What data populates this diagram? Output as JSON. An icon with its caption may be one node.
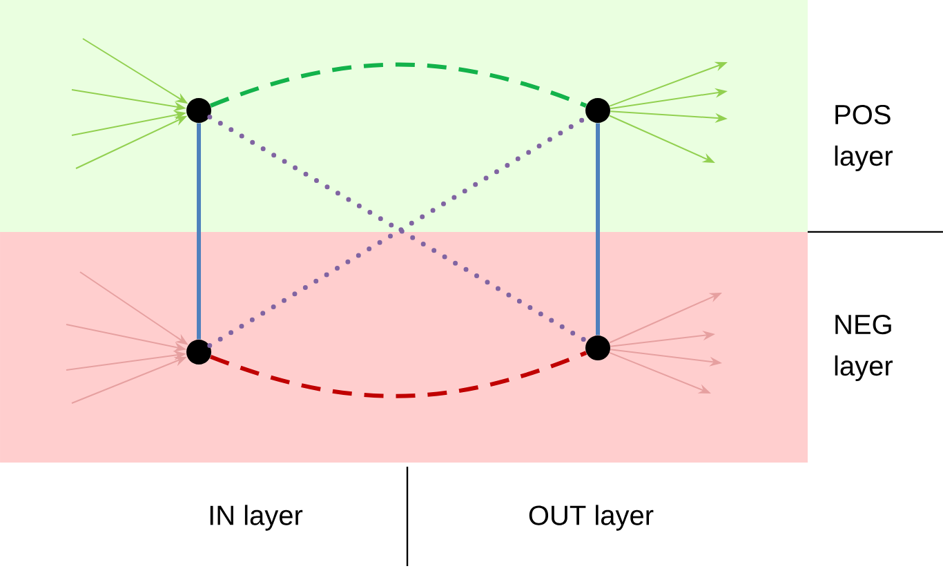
{
  "diagram": {
    "nodes": [
      {
        "text": [],
        "shape": "circle"
      },
      {
        "text": [],
        "shape": "circle"
      },
      {
        "text": [],
        "shape": "circle"
      },
      {
        "text": [],
        "shape": "circle"
      }
    ],
    "edges": [
      {
        "from": 0,
        "to": 1,
        "arrow": "none",
        "style": "dashed",
        "color": "#13b24b"
      },
      {
        "from": 0,
        "to": 3,
        "arrow": "none",
        "style": "dashed",
        "color": "#8064a2"
      },
      {
        "from": 2,
        "to": 1,
        "arrow": "none",
        "style": "dashed",
        "color": "#8064a2"
      },
      {
        "from": 2,
        "to": 3,
        "arrow": "none",
        "style": "dashed",
        "color": "#c00000"
      },
      {
        "from": 0,
        "to": 2,
        "arrow": "none",
        "style": "thick",
        "color": "#4f81bd"
      },
      {
        "from": 1,
        "to": 3,
        "arrow": "none",
        "style": "thick",
        "color": "#4f81bd"
      },
      {
        "from": null,
        "to": 0,
        "arrow": "to",
        "color": "#92d050"
      },
      {
        "from": null,
        "to": 0,
        "arrow": "to",
        "color": "#92d050"
      },
      {
        "from": null,
        "to": 0,
        "arrow": "to",
        "color": "#92d050"
      },
      {
        "from": null,
        "to": 0,
        "arrow": "to",
        "color": "#92d050"
      },
      {
        "from": 1,
        "to": null,
        "arrow": "to",
        "color": "#92d050"
      },
      {
        "from": 1,
        "to": null,
        "arrow": "to",
        "color": "#92d050"
      },
      {
        "from": 1,
        "to": null,
        "arrow": "to",
        "color": "#92d050"
      },
      {
        "from": 1,
        "to": null,
        "arrow": "to",
        "color": "#92d050"
      },
      {
        "from": null,
        "to": 2,
        "arrow": "to",
        "color": "#e6a0a0"
      },
      {
        "from": null,
        "to": 2,
        "arrow": "to",
        "color": "#e6a0a0"
      },
      {
        "from": null,
        "to": 2,
        "arrow": "to",
        "color": "#e6a0a0"
      },
      {
        "from": null,
        "to": 2,
        "arrow": "to",
        "color": "#e6a0a0"
      },
      {
        "from": 3,
        "to": null,
        "arrow": "to",
        "color": "#e6a0a0"
      },
      {
        "from": 3,
        "to": null,
        "arrow": "to",
        "color": "#e6a0a0"
      },
      {
        "from": 3,
        "to": null,
        "arrow": "to",
        "color": "#e6a0a0"
      },
      {
        "from": 3,
        "to": null,
        "arrow": "to",
        "color": "#e6a0a0"
      }
    ],
    "labels": [
      "POS layer",
      "NEG layer",
      "IN layer",
      "OUT layer"
    ]
  }
}
